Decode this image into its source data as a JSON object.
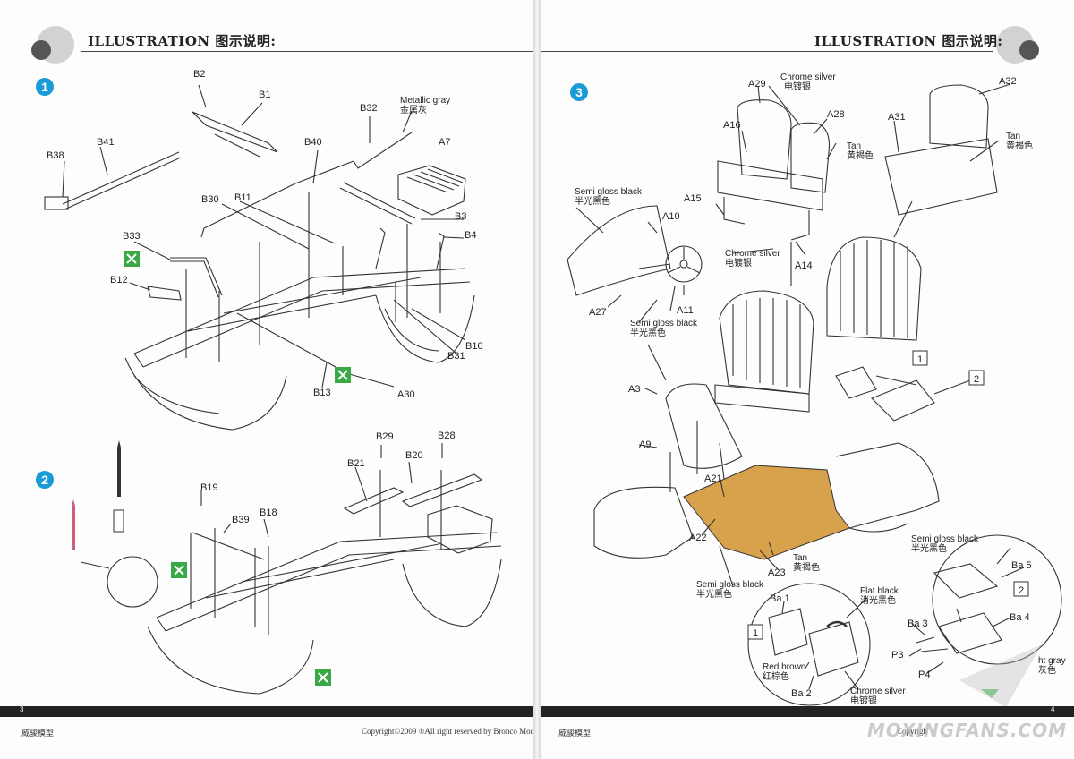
{
  "header": {
    "title_left": "ILLUSTRATION 图示说明:",
    "title_right": "ILLUSTRATION 图示说明:"
  },
  "footer": {
    "left_page_number": "3",
    "right_page_number": "4",
    "brand_left": "威骏模型",
    "brand_right": "威骏模型",
    "copyright": "Copyright©2009  ®All right reserved by Bronco Models",
    "copyright_partial": "Copyrigh",
    "watermark": "MOXINGFANS.COM"
  },
  "steps": {
    "s1": "1",
    "s2": "2",
    "s3": "3"
  },
  "parts": {
    "B1": "B1",
    "B2": "B2",
    "B3": "B3",
    "B4": "B4",
    "B10": "B10",
    "B11": "B11",
    "B12": "B12",
    "B13": "B13",
    "B18": "B18",
    "B19": "B19",
    "B20": "B20",
    "B21": "B21",
    "B28": "B28",
    "B29": "B29",
    "B30": "B30",
    "B31": "B31",
    "B32": "B32",
    "B33": "B33",
    "B38": "B38",
    "B39": "B39",
    "B40": "B40",
    "B41": "B41",
    "A3": "A3",
    "A7": "A7",
    "A9": "A9",
    "A10": "A10",
    "A11": "A11",
    "A14": "A14",
    "A15": "A15",
    "A16": "A16",
    "A21": "A21",
    "A22": "A22",
    "A23": "A23",
    "A27": "A27",
    "A28": "A28",
    "A29": "A29",
    "A30": "A30",
    "A31": "A31",
    "A32": "A32",
    "Ba1": "Ba 1",
    "Ba2": "Ba 2",
    "Ba3": "Ba 3",
    "Ba4": "Ba 4",
    "Ba5": "Ba 5",
    "P3": "P3",
    "P4": "P4"
  },
  "callouts": {
    "metallic_gray_en": "Metallic gray",
    "metallic_gray_cn": "金属灰",
    "chrome_silver_en": "Chrome silver",
    "chrome_silver_cn": "电镀银",
    "tan_en": "Tan",
    "tan_cn": "黄褐色",
    "semi_gloss_black_en": "Semi gloss black",
    "semi_gloss_black_cn": "半光黑色",
    "flat_black_en": "Flat black",
    "flat_black_cn": "消光黑色",
    "red_brown_en": "Red brown",
    "red_brown_cn": "红棕色",
    "light_gray_partial_en": "ht gray",
    "light_gray_partial_cn": "灰色"
  },
  "subassembly_labels": {
    "box1": "1",
    "box2": "2"
  },
  "colors": {
    "step_badge": "#1a9ad6",
    "floor_tan": "#d8a14b",
    "tool_badge": "#3aa845",
    "line": "#333333"
  },
  "icons": [
    "glue-tube-icon",
    "cement-icon",
    "glue-warning-icon"
  ]
}
